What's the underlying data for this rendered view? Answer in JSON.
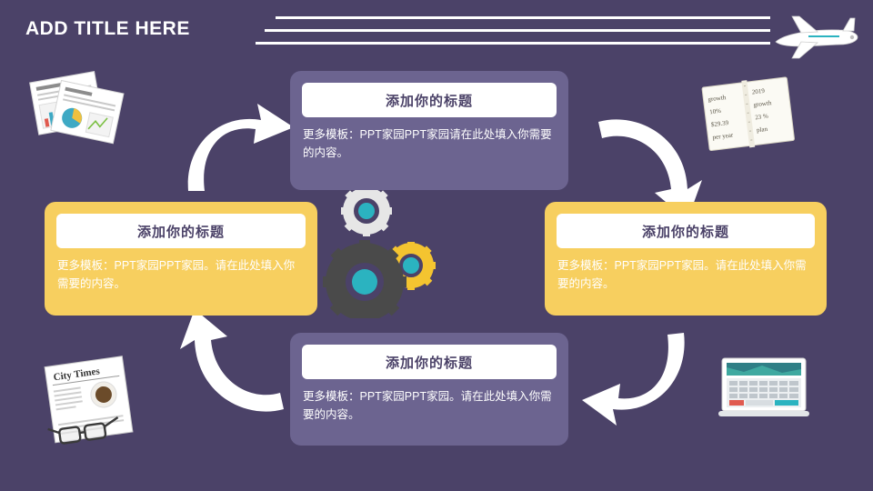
{
  "slide": {
    "background_color": "#4b4268",
    "title": "ADD TITLE HERE",
    "title_accent_color": "#ffffff"
  },
  "cards": {
    "top": {
      "heading": "添加你的标题",
      "body": "更多模板：PPT家园PPT家园请在此处填入你需要的内容。",
      "color": "#6c6490",
      "heading_color": "#4b4268"
    },
    "right": {
      "heading": "添加你的标题",
      "body": "更多模板：PPT家园PPT家园。请在此处填入你需要的内容。",
      "color": "#f7cf5f",
      "heading_color": "#4b4268"
    },
    "bottom": {
      "heading": "添加你的标题",
      "body": "更多模板：PPT家园PPT家园。请在此处填入你需要的内容。",
      "color": "#6c6490",
      "heading_color": "#4b4268"
    },
    "left": {
      "heading": "添加你的标题",
      "body": "更多模板：PPT家园PPT家园。请在此处填入你需要的内容。",
      "color": "#f7cf5f",
      "heading_color": "#4b4268"
    }
  },
  "center": {
    "gear_large_color": "#4a4a4a",
    "gear_large_hub_color": "#2bb3c0",
    "gear_small_top_color": "#e6e6e6",
    "gear_small_top_hub_color": "#2bb3c0",
    "gear_small_right_color": "#f4c430",
    "gear_small_right_hub_color": "#2bb3c0"
  },
  "arrows": {
    "color": "#ffffff",
    "items": [
      {
        "name": "arrow-left-to-top"
      },
      {
        "name": "arrow-top-to-right"
      },
      {
        "name": "arrow-right-to-bottom"
      },
      {
        "name": "arrow-bottom-to-left"
      }
    ]
  },
  "decorations": {
    "charts_paper": "charts-paper-image",
    "airplane": "airplane-image",
    "notebook": {
      "label": "notebook-image",
      "lines_left": [
        "growth",
        "10%",
        "$29.39",
        "per year"
      ],
      "lines_right": [
        "2019",
        "growth",
        "23 %",
        "plan"
      ]
    },
    "newspaper": {
      "label": "newspaper-image",
      "masthead": "City Times"
    },
    "laptop": "laptop-image"
  }
}
